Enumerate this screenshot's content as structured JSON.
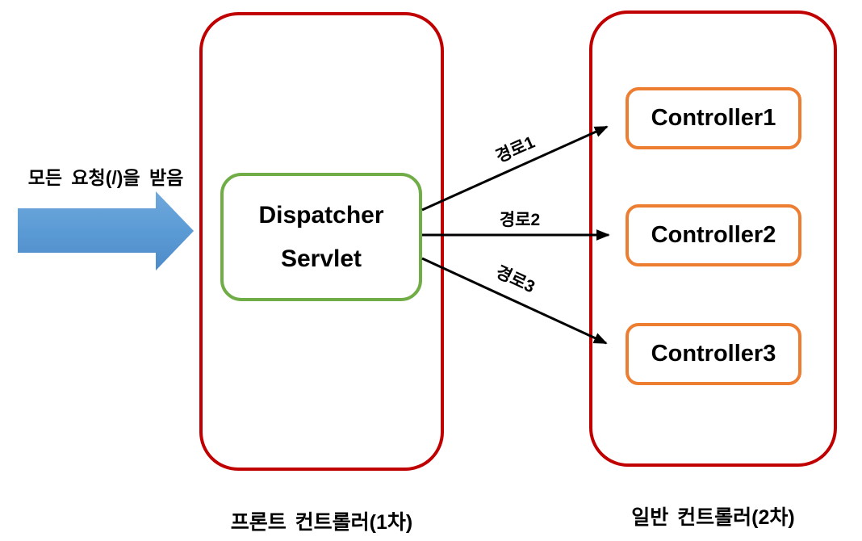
{
  "diagram": {
    "incoming_label": "모든 요청(/)을 받음",
    "dispatcher": {
      "line1": "Dispatcher",
      "line2": "Servlet"
    },
    "controllers": [
      "Controller1",
      "Controller2",
      "Controller3"
    ],
    "routes": [
      "경로1",
      "경로2",
      "경로3"
    ],
    "captions": {
      "front": "프론트 컨트롤러(1차)",
      "general": "일반 컨트롤러(2차)"
    },
    "colors": {
      "outer_box_border": "#c00000",
      "dispatcher_border": "#70ad47",
      "controller_border": "#ed7d31",
      "flow_arrow_fill": "#5b9bd5",
      "route_arrow_stroke": "#000000"
    }
  }
}
